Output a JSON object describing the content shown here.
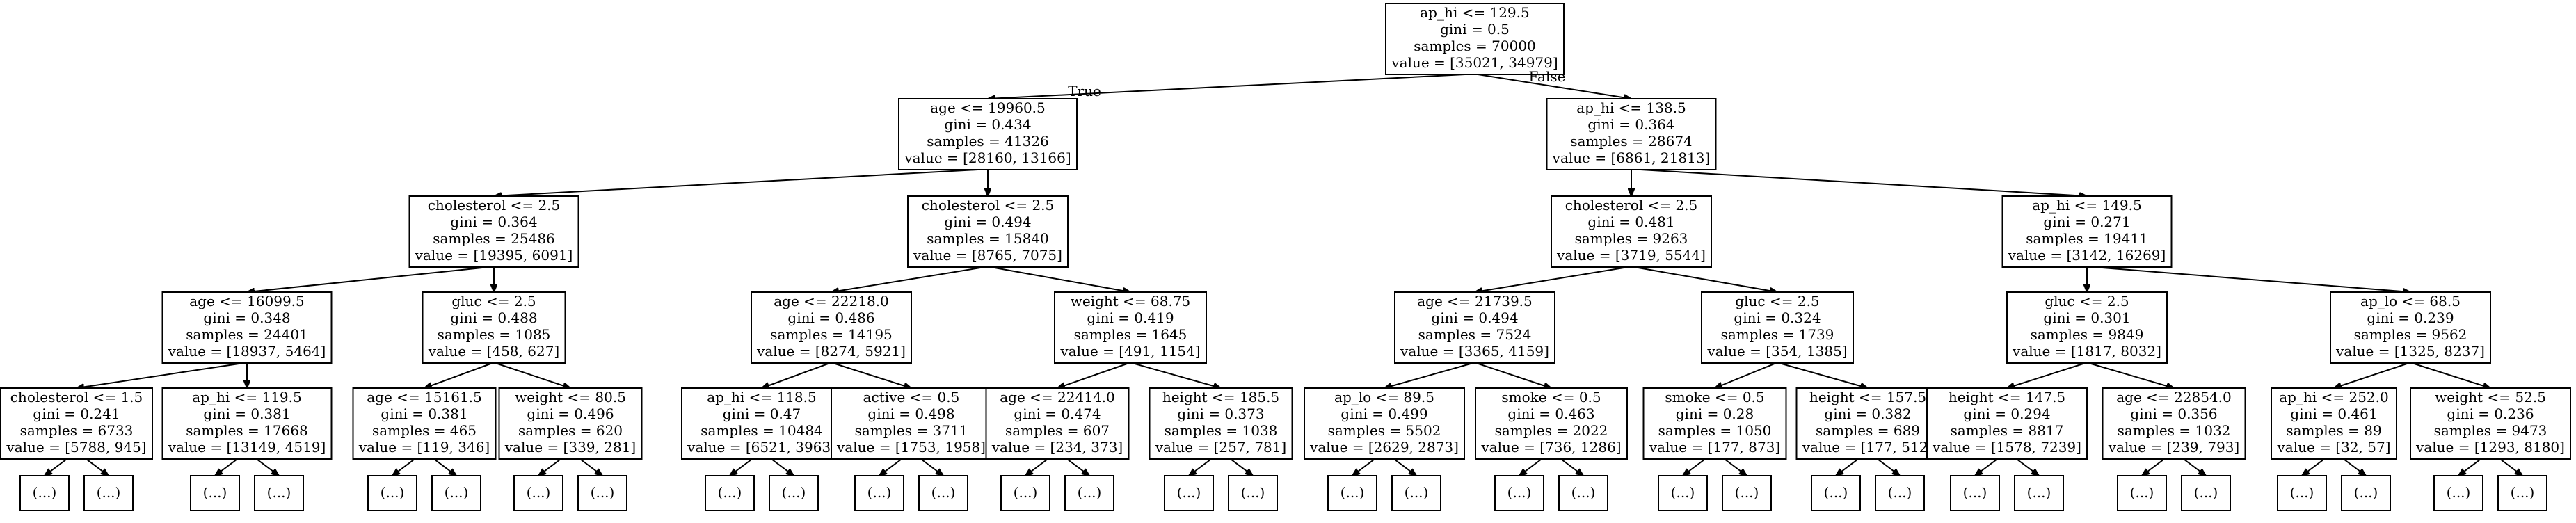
{
  "tree": {
    "nodes": [
      {
        "id": "n0",
        "lines": [
          "ap_hi <= 129.5",
          "gini = 0.5",
          "samples = 70000",
          "value = [35021, 34979]"
        ]
      },
      {
        "id": "n1",
        "lines": [
          "age <= 19960.5",
          "gini = 0.434",
          "samples = 41326",
          "value = [28160, 13166]"
        ]
      },
      {
        "id": "n2",
        "lines": [
          "ap_hi <= 138.5",
          "gini = 0.364",
          "samples = 28674",
          "value = [6861, 21813]"
        ]
      },
      {
        "id": "n3",
        "lines": [
          "cholesterol <= 2.5",
          "gini = 0.364",
          "samples = 25486",
          "value = [19395, 6091]"
        ]
      },
      {
        "id": "n4",
        "lines": [
          "cholesterol <= 2.5",
          "gini = 0.494",
          "samples = 15840",
          "value = [8765, 7075]"
        ]
      },
      {
        "id": "n5",
        "lines": [
          "cholesterol <= 2.5",
          "gini = 0.481",
          "samples = 9263",
          "value = [3719, 5544]"
        ]
      },
      {
        "id": "n6",
        "lines": [
          "ap_hi <= 149.5",
          "gini = 0.271",
          "samples = 19411",
          "value = [3142, 16269]"
        ]
      },
      {
        "id": "n7",
        "lines": [
          "age <= 16099.5",
          "gini = 0.348",
          "samples = 24401",
          "value = [18937, 5464]"
        ]
      },
      {
        "id": "n8",
        "lines": [
          "gluc <= 2.5",
          "gini = 0.488",
          "samples = 1085",
          "value = [458, 627]"
        ]
      },
      {
        "id": "n9",
        "lines": [
          "age <= 22218.0",
          "gini = 0.486",
          "samples = 14195",
          "value = [8274, 5921]"
        ]
      },
      {
        "id": "n10",
        "lines": [
          "weight <= 68.75",
          "gini = 0.419",
          "samples = 1645",
          "value = [491, 1154]"
        ]
      },
      {
        "id": "n11",
        "lines": [
          "age <= 21739.5",
          "gini = 0.494",
          "samples = 7524",
          "value = [3365, 4159]"
        ]
      },
      {
        "id": "n12",
        "lines": [
          "gluc <= 2.5",
          "gini = 0.324",
          "samples = 1739",
          "value = [354, 1385]"
        ]
      },
      {
        "id": "n13",
        "lines": [
          "gluc <= 2.5",
          "gini = 0.301",
          "samples = 9849",
          "value = [1817, 8032]"
        ]
      },
      {
        "id": "n14",
        "lines": [
          "ap_lo <= 68.5",
          "gini = 0.239",
          "samples = 9562",
          "value = [1325, 8237]"
        ]
      },
      {
        "id": "n15",
        "lines": [
          "cholesterol <= 1.5",
          "gini = 0.241",
          "samples = 6733",
          "value = [5788, 945]"
        ]
      },
      {
        "id": "n16",
        "lines": [
          "ap_hi <= 119.5",
          "gini = 0.381",
          "samples = 17668",
          "value = [13149, 4519]"
        ]
      },
      {
        "id": "n17",
        "lines": [
          "age <= 15161.5",
          "gini = 0.381",
          "samples = 465",
          "value = [119, 346]"
        ]
      },
      {
        "id": "n18",
        "lines": [
          "weight <= 80.5",
          "gini = 0.496",
          "samples = 620",
          "value = [339, 281]"
        ]
      },
      {
        "id": "n19",
        "lines": [
          "ap_hi <= 118.5",
          "gini = 0.47",
          "samples = 10484",
          "value = [6521, 3963]"
        ]
      },
      {
        "id": "n20",
        "lines": [
          "active <= 0.5",
          "gini = 0.498",
          "samples = 3711",
          "value = [1753, 1958]"
        ]
      },
      {
        "id": "n21",
        "lines": [
          "age <= 22414.0",
          "gini = 0.474",
          "samples = 607",
          "value = [234, 373]"
        ]
      },
      {
        "id": "n22",
        "lines": [
          "height <= 185.5",
          "gini = 0.373",
          "samples = 1038",
          "value = [257, 781]"
        ]
      },
      {
        "id": "n23",
        "lines": [
          "ap_lo <= 89.5",
          "gini = 0.499",
          "samples = 5502",
          "value = [2629, 2873]"
        ]
      },
      {
        "id": "n24",
        "lines": [
          "smoke <= 0.5",
          "gini = 0.463",
          "samples = 2022",
          "value = [736, 1286]"
        ]
      },
      {
        "id": "n25",
        "lines": [
          "smoke <= 0.5",
          "gini = 0.28",
          "samples = 1050",
          "value = [177, 873]"
        ]
      },
      {
        "id": "n26",
        "lines": [
          "height <= 157.5",
          "gini = 0.382",
          "samples = 689",
          "value = [177, 512]"
        ]
      },
      {
        "id": "n27",
        "lines": [
          "height <= 147.5",
          "gini = 0.294",
          "samples = 8817",
          "value = [1578, 7239]"
        ]
      },
      {
        "id": "n28",
        "lines": [
          "age <= 22854.0",
          "gini = 0.356",
          "samples = 1032",
          "value = [239, 793]"
        ]
      },
      {
        "id": "n29",
        "lines": [
          "ap_hi <= 252.0",
          "gini = 0.461",
          "samples = 89",
          "value = [32, 57]"
        ]
      },
      {
        "id": "n30",
        "lines": [
          "weight <= 52.5",
          "gini = 0.236",
          "samples = 9473",
          "value = [1293, 8180]"
        ]
      }
    ],
    "truncated_label": "(...)",
    "edge_labels": {
      "true": "True",
      "false": "False"
    }
  }
}
